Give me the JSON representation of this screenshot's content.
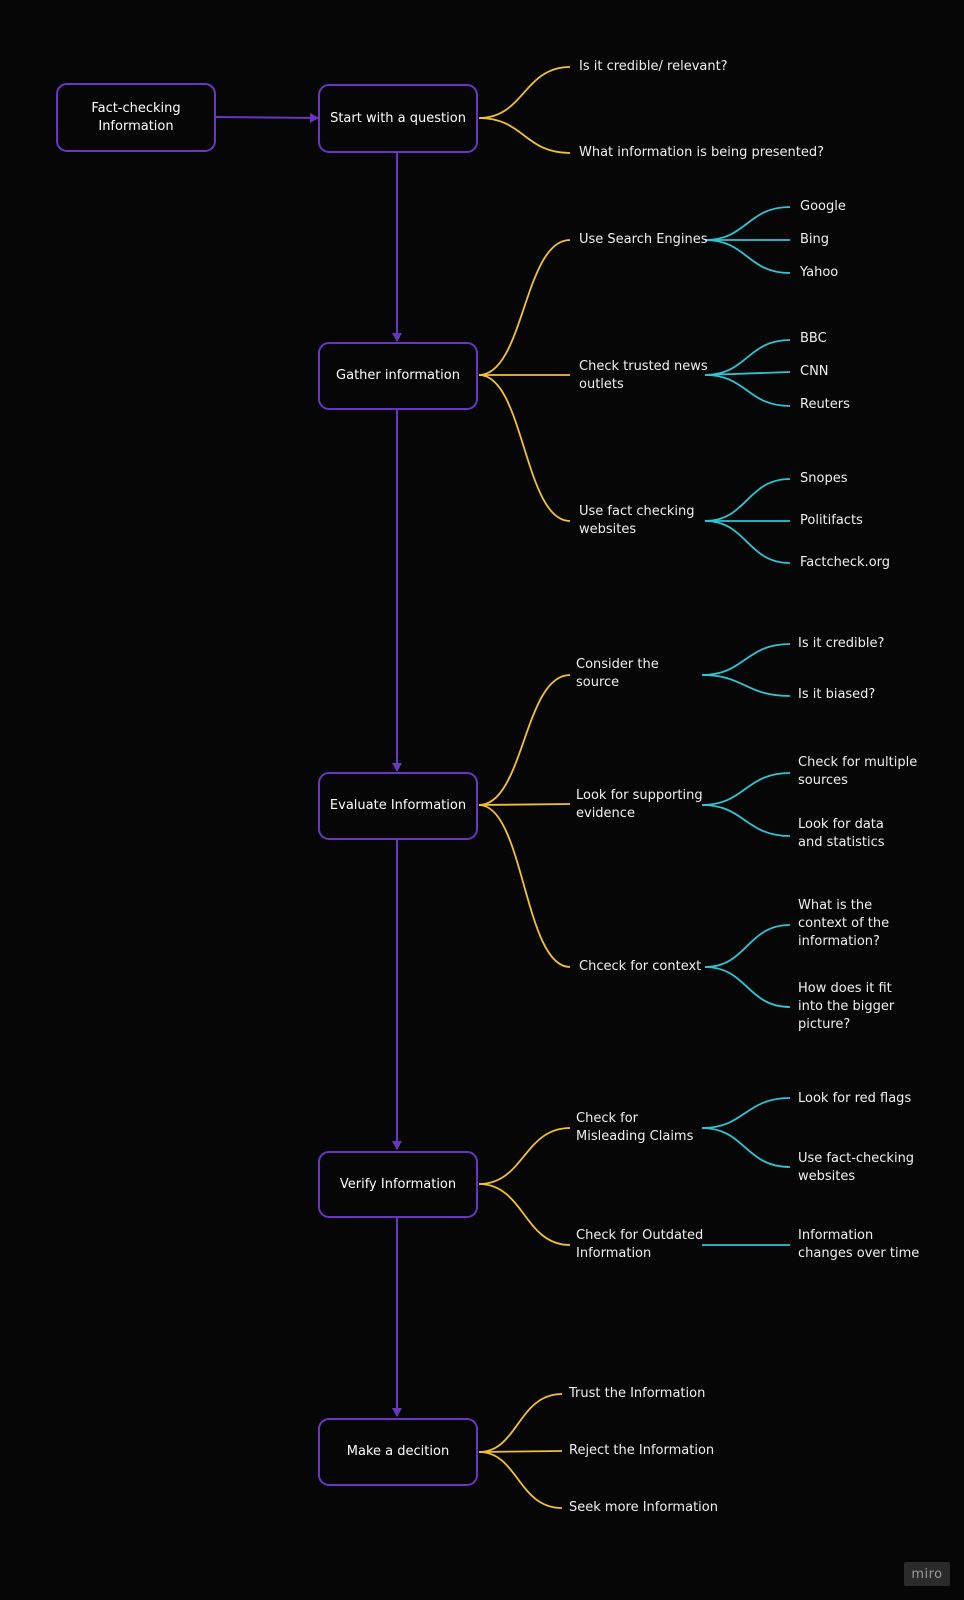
{
  "colors": {
    "background": "#060606",
    "node_border": "#6a35c2",
    "arrow": "#6a35c2",
    "branch_level_1": "#f2c12e",
    "branch_level_2": "#2ec4d4"
  },
  "root": {
    "label": "Fact-checking\nInformation"
  },
  "steps": [
    {
      "label": "Start with a question"
    },
    {
      "label": "Gather information"
    },
    {
      "label": "Evaluate Information"
    },
    {
      "label": "Verify Information"
    },
    {
      "label": "Make a decition"
    }
  ],
  "branches": {
    "q1": "Is it credible/ relevant?",
    "q2": "What information is being presented?",
    "g1": "Use Search Engines",
    "g2": "Check trusted news\noutlets",
    "g3": "Use fact checking\nwebsites",
    "e1": "Consider the\nsource",
    "e2": "Look for supporting\nevidence",
    "e3": "Chceck for context",
    "v1": "Check for\nMisleading Claims",
    "v2": "Check for Outdated\nInformation",
    "d1": "Trust the Information",
    "d2": "Reject the Information",
    "d3": "Seek more Information"
  },
  "leaves": {
    "g1a": "Google",
    "g1b": "Bing",
    "g1c": "Yahoo",
    "g2a": "BBC",
    "g2b": "CNN",
    "g2c": "Reuters",
    "g3a": "Snopes",
    "g3b": "Politifacts",
    "g3c": "Factcheck.org",
    "e1a": "Is it credible?",
    "e1b": "Is it biased?",
    "e2a": "Check for multiple\nsources",
    "e2b": "Look for data\nand statistics",
    "e3a": "What is the\ncontext of the\ninformation?",
    "e3b": "How does it fit\ninto the bigger\npicture?",
    "v1a": "Look for red flags",
    "v1b": "Use fact-checking\nwebsites",
    "v2a": "Information\nchanges over time"
  },
  "watermark": "miro"
}
